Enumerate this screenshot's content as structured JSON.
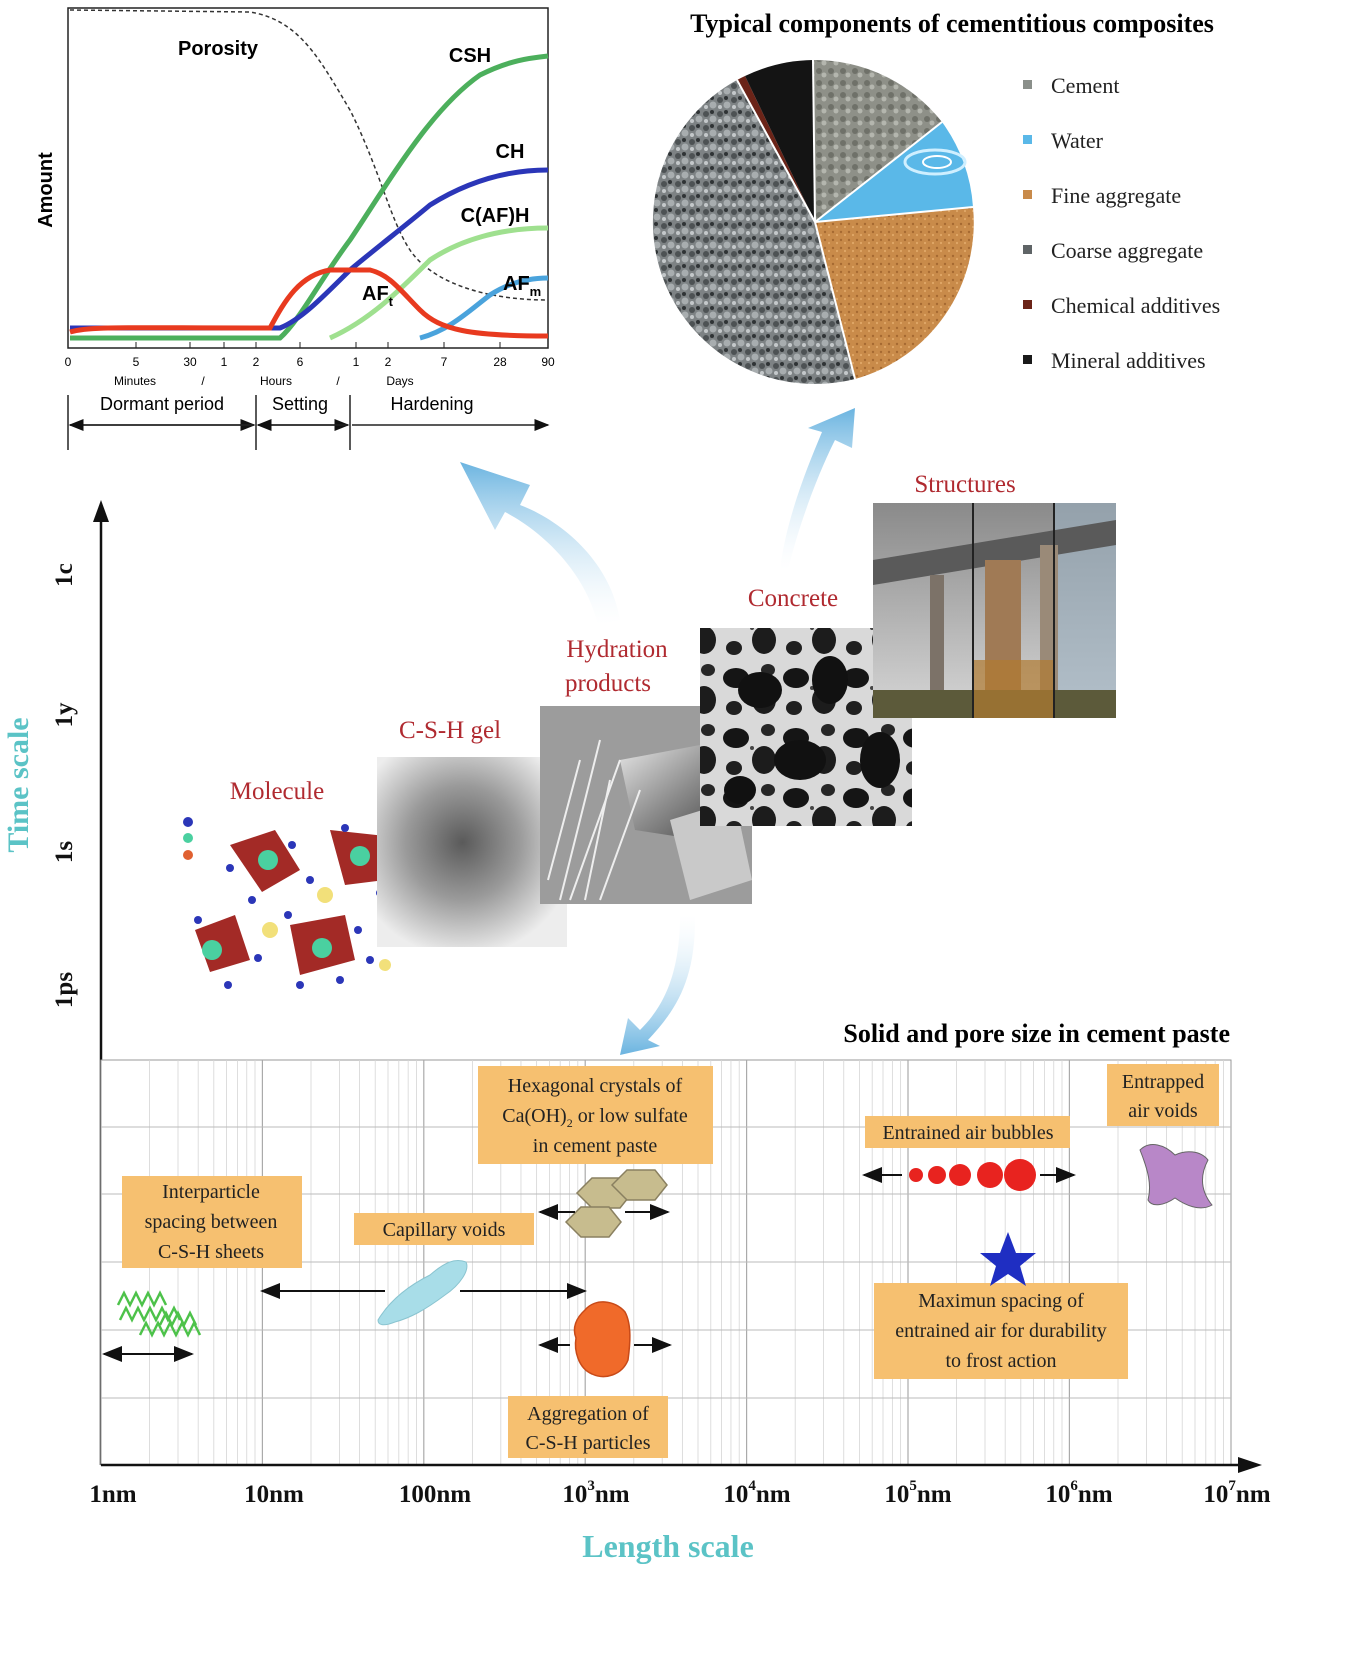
{
  "hydration_chart": {
    "ylabel": "Amount",
    "curve_labels": {
      "porosity": "Porosity",
      "csh": "CSH",
      "ch": "CH",
      "cafh": "C(AF)H",
      "aft": "AF",
      "aft_sub": "t",
      "afm": "AF",
      "afm_sub": "m"
    },
    "x_ticks": [
      "0",
      "5",
      "30",
      "1",
      "2",
      "6",
      "1",
      "2",
      "7",
      "28",
      "90"
    ],
    "unit_labels": [
      "Minutes",
      "/",
      "Hours",
      "/",
      "Days"
    ],
    "periods": [
      "Dormant period",
      "Setting",
      "Hardening"
    ],
    "colors": {
      "csh": "#4caf5c",
      "ch": "#2b36b8",
      "cafh": "#9fe08f",
      "aft": "#e83a1f",
      "afm": "#4aa3dc",
      "porosity": "#333333"
    }
  },
  "pie": {
    "title": "Typical components of cementitious composites",
    "legend": [
      {
        "label": "Cement",
        "color": "#8a8f8a"
      },
      {
        "label": "Water",
        "color": "#5ab8e8"
      },
      {
        "label": "Fine aggregate",
        "color": "#c88a4a"
      },
      {
        "label": "Coarse aggregate",
        "color": "#5f6466"
      },
      {
        "label": "Chemical additives",
        "color": "#6b2418"
      },
      {
        "label": "Mineral additives",
        "color": "#1a1a1a"
      }
    ]
  },
  "stages": {
    "molecule": "Molecule",
    "csh_gel": "C-S-H gel",
    "hydration_1": "Hydration",
    "hydration_2": "products",
    "concrete": "Concrete",
    "structures": "Structures"
  },
  "time_axis": {
    "title": "Time scale",
    "ticks": [
      "1c",
      "1y",
      "1s",
      "1ps"
    ]
  },
  "length_axis": {
    "title": "Length scale",
    "ticks": [
      {
        "base": "1nm",
        "exp": ""
      },
      {
        "base": "10nm",
        "exp": ""
      },
      {
        "base": "100nm",
        "exp": ""
      },
      {
        "base": "10",
        "exp": "3",
        "unit": "nm"
      },
      {
        "base": "10",
        "exp": "4",
        "unit": "nm"
      },
      {
        "base": "10",
        "exp": "5",
        "unit": "nm"
      },
      {
        "base": "10",
        "exp": "6",
        "unit": "nm"
      },
      {
        "base": "10",
        "exp": "7",
        "unit": "nm"
      }
    ]
  },
  "pore_panel": {
    "title": "Solid and pore size in cement paste",
    "hex_line1": "Hexagonal crystals of",
    "hex_line2a": "Ca(OH)",
    "hex_line2_sub": "2",
    "hex_line2b": " or low sulfate",
    "hex_line3": "in cement paste",
    "entrained": "Entrained air bubbles",
    "entrapped_1": "Entrapped",
    "entrapped_2": "air voids",
    "interparticle_1": "Interparticle",
    "interparticle_2": "spacing between",
    "interparticle_3": "C-S-H sheets",
    "capillary": "Capillary voids",
    "maximun_1": "Maximun spacing of",
    "maximun_2": "entrained air for durability",
    "maximun_3": "to frost action",
    "aggregation_1": "Aggregation of",
    "aggregation_2": "C-S-H particles"
  }
}
